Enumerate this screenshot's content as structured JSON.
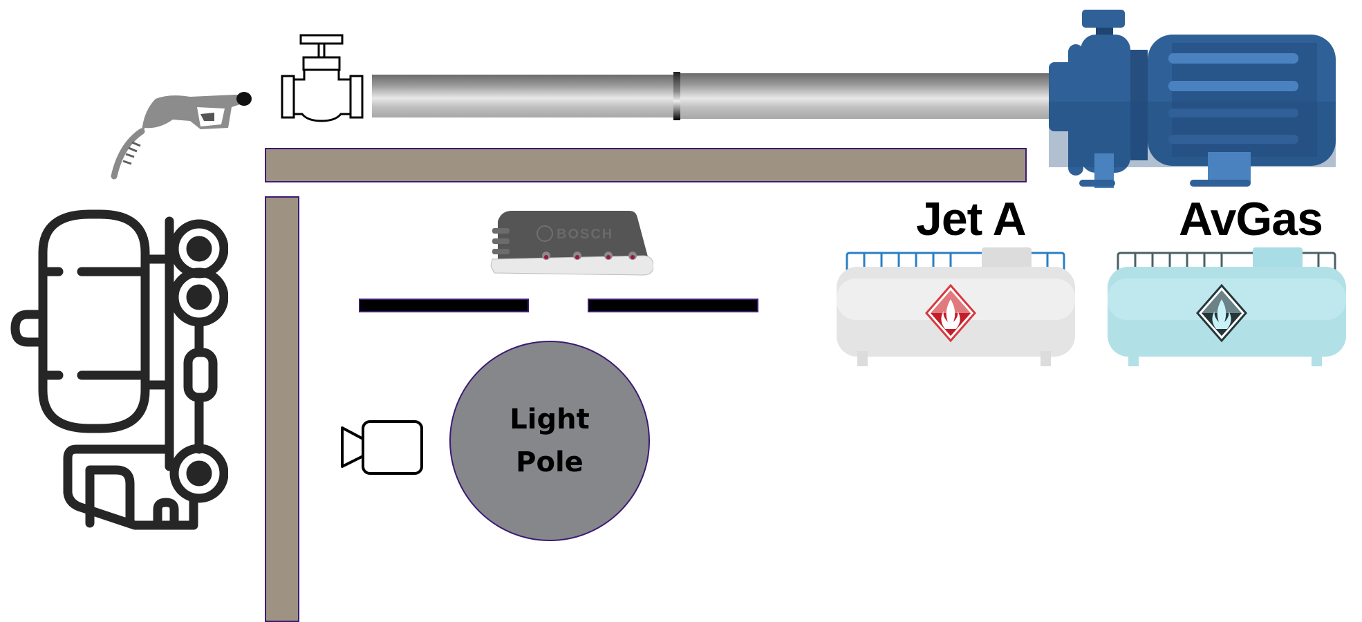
{
  "diagram": {
    "title": "Fuel farm site layout",
    "colors": {
      "wall_fill": "#9e9383",
      "wall_border": "#3c1a73",
      "barrier_fill": "#000000",
      "pump_blue": "#2f6097",
      "light_pole_fill": "#86878b",
      "jet_a_tank": "#e6e6e6",
      "avgas_tank": "#bde6ec",
      "hazard_red": "#d9383c"
    },
    "elements": {
      "nozzle": {
        "icon": "fuel-nozzle-icon"
      },
      "valve": {
        "icon": "gate-valve-icon"
      },
      "pipe": {
        "icon": "pipeline"
      },
      "pump": {
        "icon": "pump-motor-icon"
      },
      "truck": {
        "icon": "fuel-truck-icon"
      },
      "sensor": {
        "icon": "sensor-module-icon",
        "brand": "BOSCH"
      },
      "camera": {
        "icon": "camera-icon"
      },
      "light_pole": {
        "line1": "Light",
        "line2": "Pole"
      },
      "tanks": [
        {
          "label": "Jet A",
          "icon": "fuel-tank-icon",
          "hazard": "flammable-icon"
        },
        {
          "label": "AvGas",
          "icon": "fuel-tank-icon",
          "hazard": "flammable-icon"
        }
      ]
    }
  }
}
